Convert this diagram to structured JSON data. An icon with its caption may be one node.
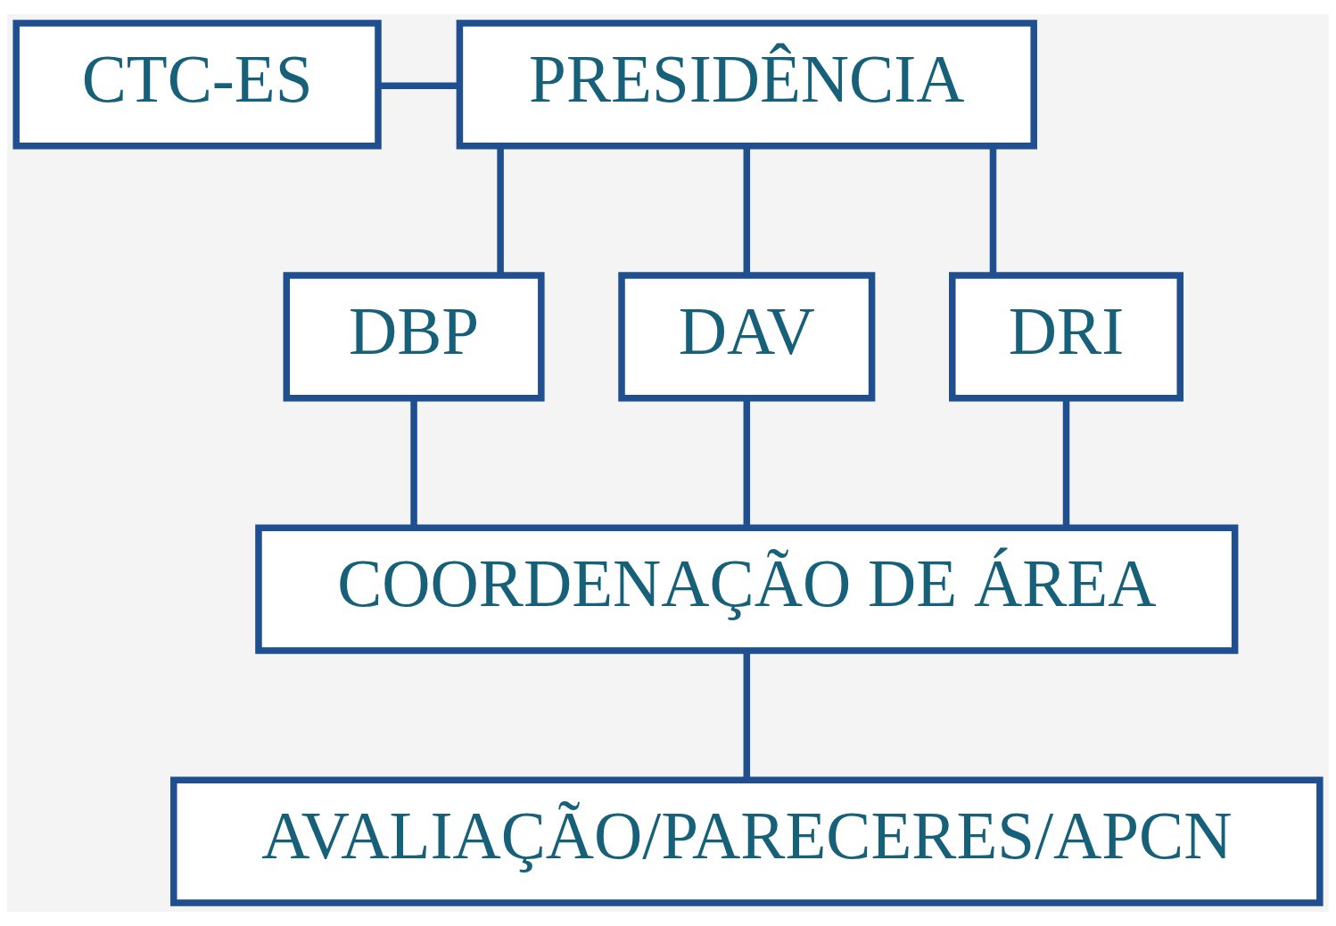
{
  "diagram": {
    "nodes": [
      {
        "text": [
          "CTC-ES"
        ]
      },
      {
        "text": [
          "PRESIDÊNCIA"
        ]
      },
      {
        "text": [
          "DBP"
        ]
      },
      {
        "text": [
          "DAV"
        ]
      },
      {
        "text": [
          "DRI"
        ]
      },
      {
        "text": [
          "COORDENAÇÃO DE ÁREA"
        ]
      },
      {
        "text": [
          "AVALIAÇÃO/PARECERES/APCN"
        ]
      }
    ],
    "edges": [
      {
        "from": 0,
        "to": 1,
        "arrow": "none"
      },
      {
        "from": 1,
        "to": 2,
        "arrow": "none"
      },
      {
        "from": 1,
        "to": 3,
        "arrow": "none"
      },
      {
        "from": 1,
        "to": 4,
        "arrow": "none"
      },
      {
        "from": 2,
        "to": 5,
        "arrow": "none"
      },
      {
        "from": 3,
        "to": 5,
        "arrow": "none"
      },
      {
        "from": 4,
        "to": 5,
        "arrow": "none"
      },
      {
        "from": 5,
        "to": 6,
        "arrow": "none"
      }
    ]
  }
}
